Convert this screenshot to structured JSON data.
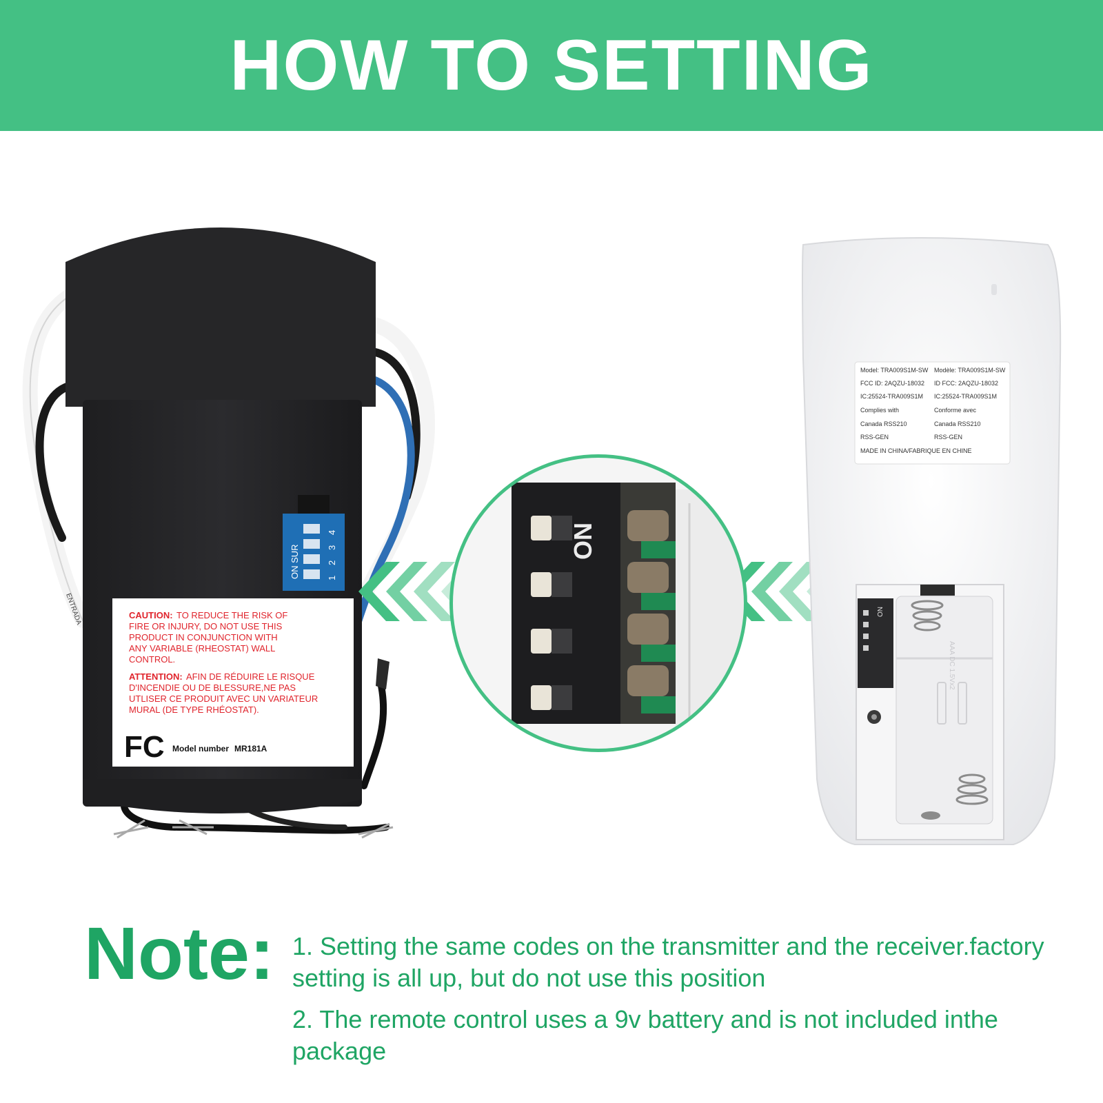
{
  "header": {
    "title": "HOW TO SETTING"
  },
  "colors": {
    "banner": "#44c084",
    "note_text": "#1fa564",
    "arrow": "#44c084",
    "warning_red": "#e0242c"
  },
  "receiver": {
    "dip_label_on": "ON SUR",
    "dip_numbers": [
      "1",
      "2",
      "3",
      "4"
    ],
    "caution_title": "CAUTION:",
    "caution_lines": [
      "TO REDUCE THE RISK OF",
      "FIRE OR INJURY, DO NOT USE THIS",
      "PRODUCT IN CONJUNCTION WITH",
      "ANY VARIABLE (RHEOSTAT) WALL",
      "CONTROL."
    ],
    "attention_title": "ATTENTION:",
    "attention_lines": [
      "AFIN DE RÉDUIRE LE RISQUE",
      "D'INCENDIE OU DE BLESSURE,NE PAS",
      "UTLISER CE PRODUIT AVEC UN VARIATEUR",
      "MURAL (DE TYPE RHÉOSTAT)."
    ],
    "fcc_logo": "FC",
    "model_label": "Model number",
    "model_value": "MR181A",
    "wire_label": "ENTRADA"
  },
  "zoom": {
    "on_label": "ON",
    "switch_count": 4
  },
  "remote": {
    "label_left": [
      "Model: TRA009S1M-SW",
      "FCC ID: 2AQZU-18032",
      "IC:25524-TRA009S1M",
      "Complies with",
      "Canada RSS210",
      "RSS-GEN"
    ],
    "label_right": [
      "Modèle: TRA009S1M-SW",
      "ID FCC: 2AQZU-18032",
      "IC:25524-TRA009S1M",
      "Conforme avec",
      "Canada RSS210",
      "RSS-GEN"
    ],
    "label_footer": "MADE IN CHINA/FABRIQUE EN CHINE",
    "battery_text": "AAA\nDC 1.5Vx2",
    "dip_on": "ON"
  },
  "note": {
    "heading": "Note:",
    "item1": "1. Setting the same codes on the transmitter and the receiver.factory setting is all up, but do not use this position",
    "item2": "2. The remote control uses a 9v battery and is not included inthe package"
  }
}
